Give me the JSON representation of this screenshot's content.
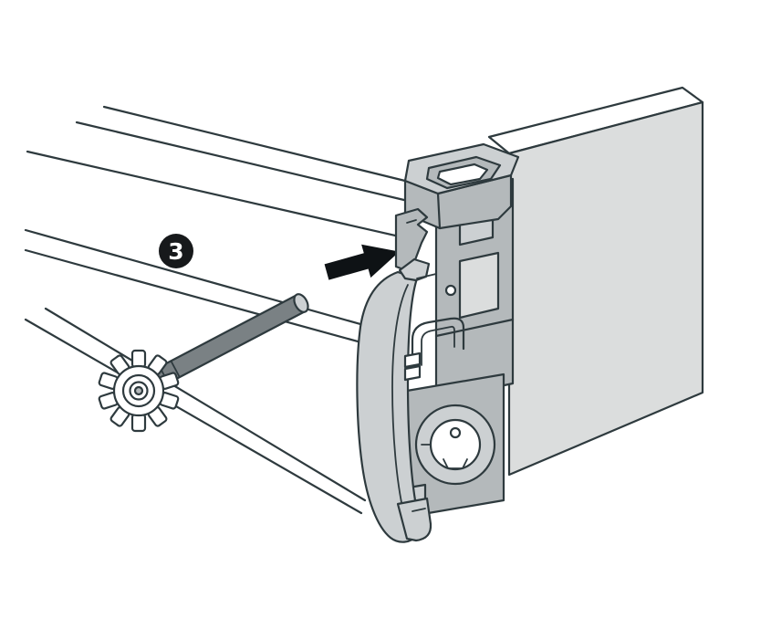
{
  "diagram": {
    "step": {
      "number": "3"
    },
    "parts": [
      {
        "name": "drawer-side-panel",
        "description": "drawer side panel shown with groove lines"
      },
      {
        "name": "gear-shaft-tool",
        "description": "toothed gear wheel with insertion shaft"
      },
      {
        "name": "insertion-direction-arrow",
        "description": "black arrow showing mounting direction"
      },
      {
        "name": "front-fixing-bracket",
        "description": "front fixing bracket assembly with locking boss"
      },
      {
        "name": "rear-panel",
        "description": "drawer rear panel in isometric view"
      }
    ],
    "colors": {
      "line": "#2e3a3e",
      "part_gray": "#b4b9bb",
      "part_light": "#ccd0d2",
      "panel_gray": "#dbdddd",
      "shaft_gray": "#7a8184",
      "arrow": "#0e1215",
      "badge": "#17191b",
      "bg": "#ffffff"
    }
  }
}
